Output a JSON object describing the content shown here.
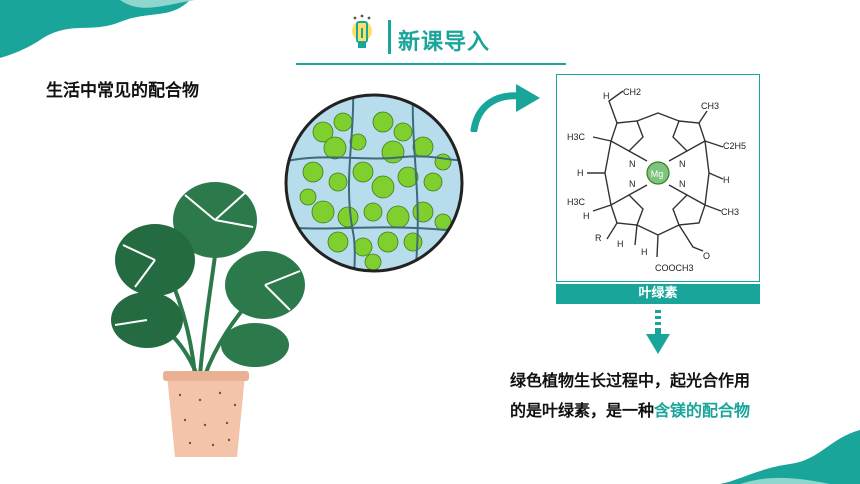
{
  "header": {
    "title": "新课导入"
  },
  "left": {
    "heading": "生活中常见的配合物"
  },
  "molecule": {
    "labels": {
      "ch2": "CH2",
      "ch3_top": "CH3",
      "h3c_left": "H3C",
      "c2h5": "C2H5",
      "h_left": "H",
      "h_right": "H",
      "h_top": "H",
      "h3c_lower": "H3C",
      "ch3_right": "CH3",
      "h_lower_left": "H",
      "r": "R",
      "h_r": "H",
      "h_bottom": "H",
      "cooch3": "COOCH3",
      "o": "O",
      "n1": "N",
      "n2": "N",
      "n3": "N",
      "n4": "N",
      "mg": "Mg"
    },
    "caption": "叶绿素"
  },
  "conclusion": {
    "line1": "绿色植物生长过程中，起光合作用",
    "line2_prefix": "的是叶绿素，是一种",
    "line2_highlight": "含镁的配合物"
  },
  "colors": {
    "accent": "#1aa59a",
    "leaf": "#2c7a4b",
    "pot": "#f3c3aa",
    "cell": "#7fcf2f"
  }
}
